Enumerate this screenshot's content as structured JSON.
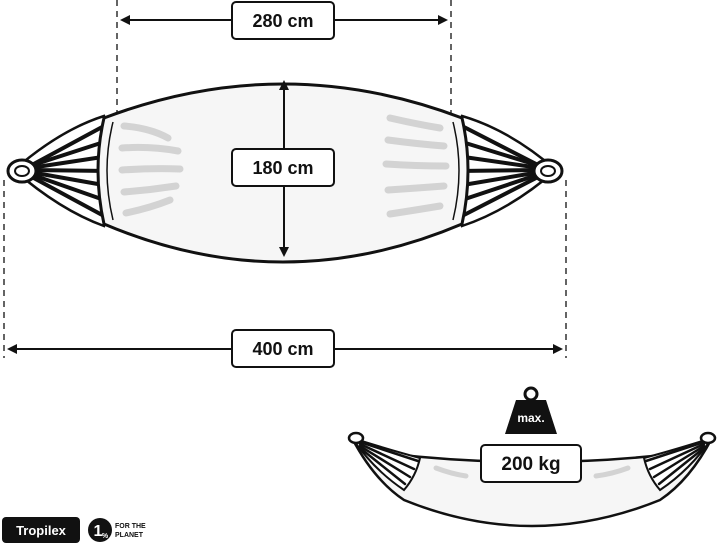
{
  "dimensions": {
    "inner_length": "280 cm",
    "width": "180 cm",
    "total_length": "400 cm"
  },
  "load": {
    "max_label": "max.",
    "capacity": "200 kg"
  },
  "branding": {
    "brand_logo": "Tropilex",
    "one_percent_mark": "1",
    "one_percent_symbol": "%",
    "one_percent_line1": "FOR THE",
    "one_percent_line2": "PLANET"
  },
  "colors": {
    "ink": "#111111",
    "fabric": "#f6f6f6",
    "shade": "#c9c9c9"
  }
}
